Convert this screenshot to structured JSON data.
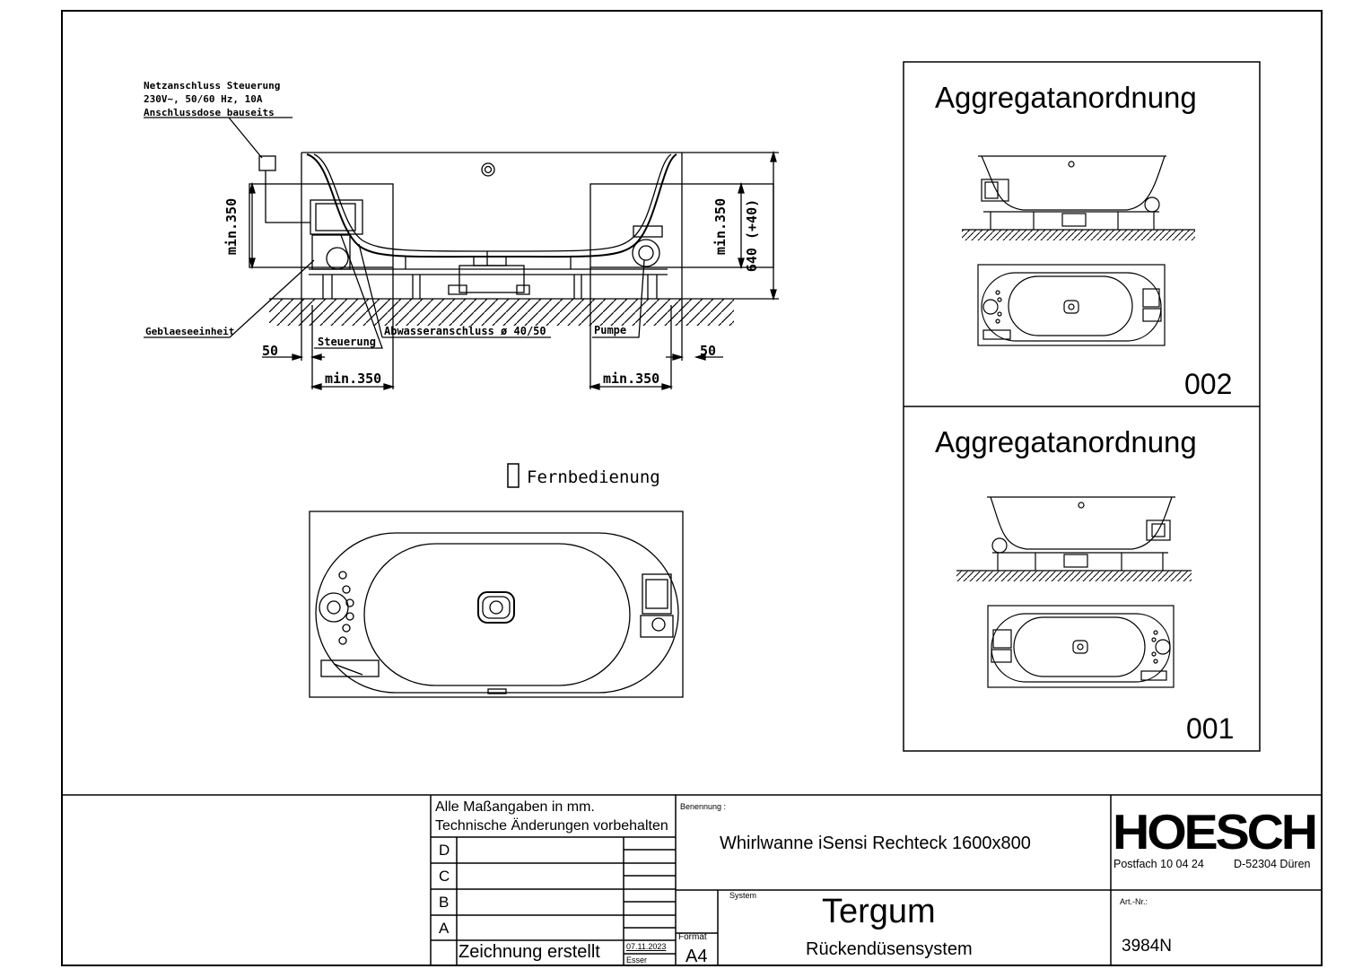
{
  "front_view": {
    "power_note_lines": [
      "Netzanschluss Steuerung",
      "230V~, 50/60 Hz, 10A",
      "Anschlussdose bauseits"
    ],
    "labels": {
      "blower": "Geblaeseeinheit",
      "control": "Steuerung",
      "drain": "Abwasseranschluss ø 40/50",
      "pump": "Pumpe"
    },
    "dimensions": {
      "height_total": "640 (+40)",
      "min_left_v": "min.350",
      "min_right_v": "min.350",
      "gap_left": "50",
      "gap_right": "50",
      "min_left_h": "min.350",
      "min_right_h": "min.350"
    }
  },
  "plan_view": {
    "remote_label": "Fernbedienung"
  },
  "panels": [
    {
      "title": "Aggregatanordnung",
      "number": "002"
    },
    {
      "title": "Aggregatanordnung",
      "number": "001"
    }
  ],
  "title_block": {
    "notes": [
      "Alle Maßangaben in mm.",
      "Technische Änderungen vorbehalten"
    ],
    "revisions": [
      "D",
      "C",
      "B",
      "A"
    ],
    "created_label": "Zeichnung erstellt",
    "date": "07.11.2023",
    "author": "Esser",
    "format_label": "Format",
    "format_value": "A4",
    "designation_label": "Benennung :",
    "designation": "Whirlwanne iSensi Rechteck 1600x800",
    "system_label": "System",
    "system_name": "Tergum",
    "system_sub": "Rückendüsensystem",
    "brand": "HOESCH",
    "address_po": "Postfach 10 04 24",
    "address_city": "D-52304 Düren",
    "article_label": "Art.-Nr.:",
    "article_no": "3984N"
  }
}
